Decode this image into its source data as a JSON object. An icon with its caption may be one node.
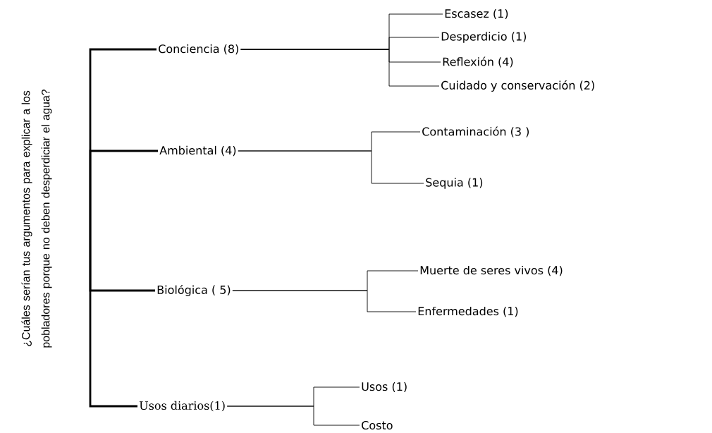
{
  "diagram": {
    "nodes": [
      {
        "text": [
          "¿Cuáles serían tus argumentos para explicar a los pobladores porque no deben desperdiciar el agua?"
        ]
      },
      {
        "text": [
          "Conciencia (8)"
        ]
      },
      {
        "text": [
          "Escasez (1)"
        ]
      },
      {
        "text": [
          "Desperdicio (1)"
        ]
      },
      {
        "text": [
          "Reflexión (4)"
        ]
      },
      {
        "text": [
          "Cuidado y conservación (2)"
        ]
      },
      {
        "text": [
          "Ambiental (4)"
        ]
      },
      {
        "text": [
          "Contaminación (3 )"
        ]
      },
      {
        "text": [
          "Sequia (1)"
        ]
      },
      {
        "text": [
          "Biológica ( 5)"
        ]
      },
      {
        "text": [
          "Muerte de seres vivos (4)"
        ]
      },
      {
        "text": [
          "Enfermedades (1)"
        ]
      },
      {
        "text": [
          "Usos diarios(1)"
        ]
      },
      {
        "text": [
          "Usos (1)"
        ]
      },
      {
        "text": [
          "Costo"
        ]
      }
    ],
    "edges": [
      {
        "from": 0,
        "to": 1,
        "arrow": "none",
        "style": "thick"
      },
      {
        "from": 0,
        "to": 6,
        "arrow": "none",
        "style": "thick"
      },
      {
        "from": 0,
        "to": 9,
        "arrow": "none",
        "style": "thick"
      },
      {
        "from": 0,
        "to": 12,
        "arrow": "none",
        "style": "thick"
      },
      {
        "from": 1,
        "to": 2,
        "arrow": "none"
      },
      {
        "from": 1,
        "to": 3,
        "arrow": "none"
      },
      {
        "from": 1,
        "to": 4,
        "arrow": "none"
      },
      {
        "from": 1,
        "to": 5,
        "arrow": "none"
      },
      {
        "from": 6,
        "to": 7,
        "arrow": "none"
      },
      {
        "from": 6,
        "to": 8,
        "arrow": "none"
      },
      {
        "from": 9,
        "to": 10,
        "arrow": "none"
      },
      {
        "from": 9,
        "to": 11,
        "arrow": "none"
      },
      {
        "from": 12,
        "to": 13,
        "arrow": "none"
      },
      {
        "from": 12,
        "to": 14,
        "arrow": "none"
      }
    ]
  }
}
